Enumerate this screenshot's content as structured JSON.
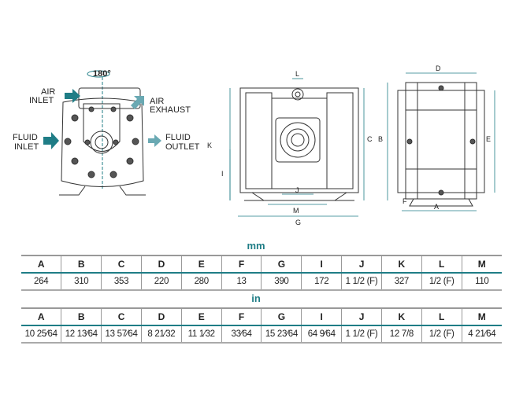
{
  "colors": {
    "accent": "#1f7d86",
    "arrow_dark": "#1f7d86",
    "arrow_light": "#6aa9b3"
  },
  "diagram": {
    "rotation": "180°",
    "air_inlet": [
      "AIR",
      "INLET"
    ],
    "air_exhaust": [
      "AIR",
      "EXHAUST"
    ],
    "fluid_inlet": [
      "FLUID",
      "INLET"
    ],
    "fluid_outlet": [
      "FLUID",
      "OUTLET"
    ],
    "dims": {
      "L": "L",
      "K": "K",
      "I": "I",
      "C": "C",
      "J": "J",
      "M": "M",
      "G": "G",
      "D": "D",
      "B": "B",
      "E": "E",
      "F": "F",
      "A": "A"
    }
  },
  "tables": [
    {
      "unit": "mm",
      "headers": [
        "A",
        "B",
        "C",
        "D",
        "E",
        "F",
        "G",
        "I",
        "J",
        "K",
        "L",
        "M"
      ],
      "values": [
        "264",
        "310",
        "353",
        "220",
        "280",
        "13",
        "390",
        "172",
        "1 1/2 (F)",
        "327",
        "1/2 (F)",
        "110"
      ]
    },
    {
      "unit": "in",
      "headers": [
        "A",
        "B",
        "C",
        "D",
        "E",
        "F",
        "G",
        "I",
        "J",
        "K",
        "L",
        "M"
      ],
      "values": [
        "10 25⁄64",
        "12 13⁄64",
        "13 57⁄64",
        "8 21⁄32",
        "11 1⁄32",
        "33⁄64",
        "15 23⁄64",
        "64 9⁄64",
        "1 1/2 (F)",
        "12 7/8",
        "1/2 (F)",
        "4 21⁄64"
      ]
    }
  ]
}
